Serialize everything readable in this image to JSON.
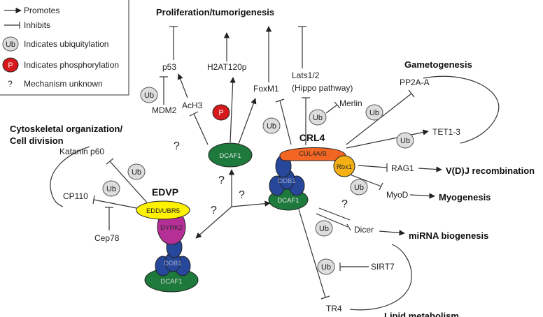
{
  "legend": {
    "promotes": "Promotes",
    "inhibits": "Inhibits",
    "ub_symbol": "Ub",
    "ubiquitylation": "Indicates ubiquitylation",
    "p_symbol": "P",
    "phosphorylation": "Indicates phosphorylation",
    "question_symbol": "?",
    "mechanism_unknown": "Mechanism unknown"
  },
  "headings": {
    "proliferation": "Proliferation/tumorigenesis",
    "gametogenesis": "Gametogenesis",
    "cytoskeletal_line1": "Cytoskeletal organization/",
    "cytoskeletal_line2": "Cell division",
    "vdj": "V(D)J recombination",
    "myogenesis": "Myogenesis",
    "mirna": "miRNA biogenesis",
    "lipid": "Lipid metabolism"
  },
  "complexes": {
    "crl4": "CRL4",
    "edvp": "EDVP",
    "cul4ab": "CUL4A/B",
    "rbx1": "Rbx1",
    "ddb1": "DDB1",
    "dcaf1": "DCAF1",
    "edd_ubr5": "EDD/UBR5",
    "dyrk2": "DYRK2"
  },
  "targets": {
    "p53": "p53",
    "mdm2": "MDM2",
    "ach3": "AcH3",
    "h2at120p": "H2AT120p",
    "foxm1": "FoxM1",
    "lats_line1": "Lats1/2",
    "lats_line2": "(Hippo pathway)",
    "merlin": "Merlin",
    "pp2a": "PP2A-A",
    "tet": "TET1-3",
    "rag1": "RAG1",
    "myod": "MyoD",
    "dicer": "Dicer",
    "sirt7": "SIRT7",
    "tr4": "TR4",
    "katanin": "Katanin p60",
    "cp110": "CP110",
    "cep78": "Cep78"
  },
  "marks": {
    "ub": "Ub",
    "p": "P",
    "question": "?"
  },
  "colors": {
    "dcaf1": "#1e7a3c",
    "ddb1": "#27479a",
    "cul4ab": "#f26522",
    "rbx1": "#f5b014",
    "edd_ubr5": "#fff200",
    "dyrk2": "#b62f97",
    "phospho": "#d7191c",
    "ub_circle": "#dddddd"
  }
}
